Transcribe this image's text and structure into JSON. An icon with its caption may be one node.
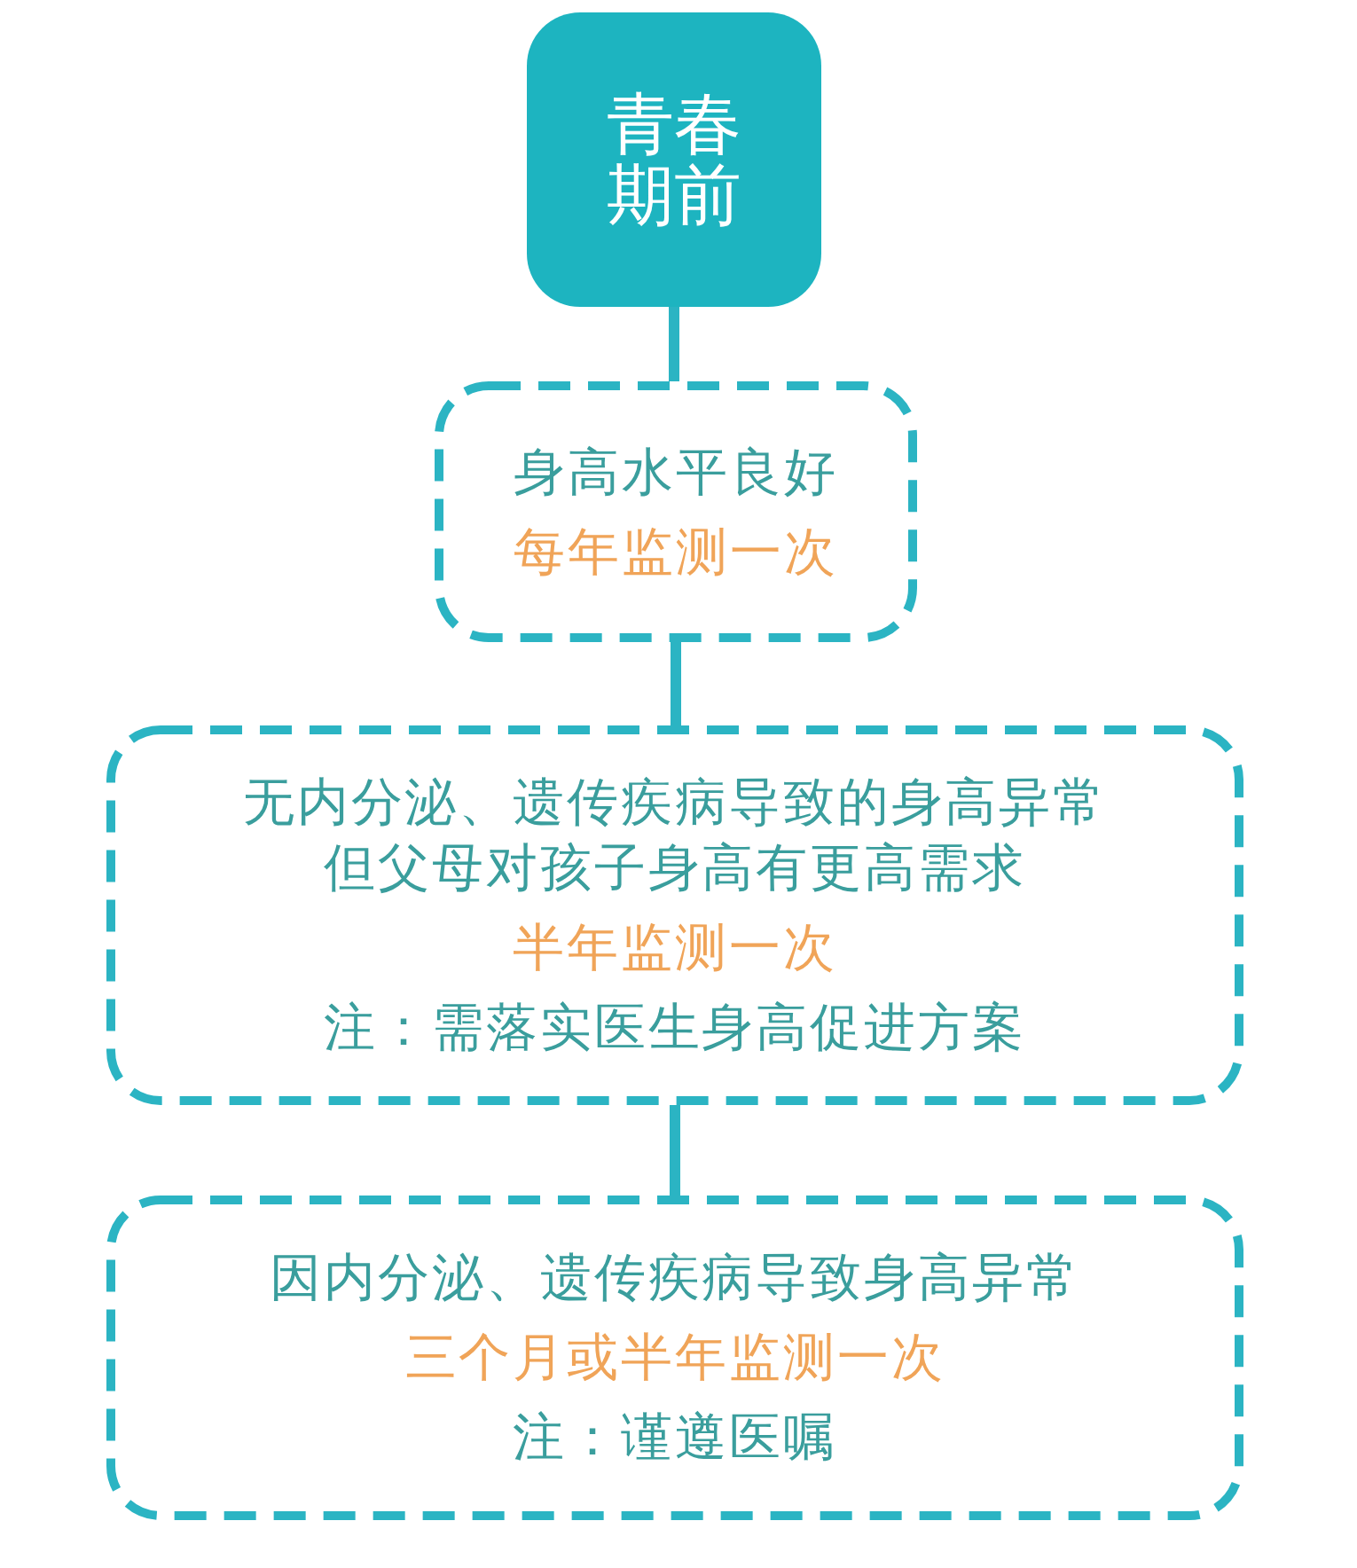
{
  "diagram": {
    "nodes": [
      {
        "text": [
          "青春期前"
        ]
      },
      {
        "text": [
          "身高水平良好",
          "每年监测一次"
        ]
      },
      {
        "text": [
          "无内分泌、遗传疾病导致的身高异常但父母对孩子身高有更高需求",
          "半年监测一次",
          "注：需落实医生身高促进方案"
        ]
      },
      {
        "text": [
          "因内分泌、遗传疾病导致身高异常",
          "三个月或半年监测一次",
          "注：谨遵医嘱"
        ]
      }
    ],
    "edges": [
      {
        "from": 0,
        "to": 1,
        "arrow": "none"
      },
      {
        "from": 1,
        "to": 2,
        "arrow": "none"
      },
      {
        "from": 2,
        "to": 3,
        "arrow": "none"
      }
    ]
  }
}
